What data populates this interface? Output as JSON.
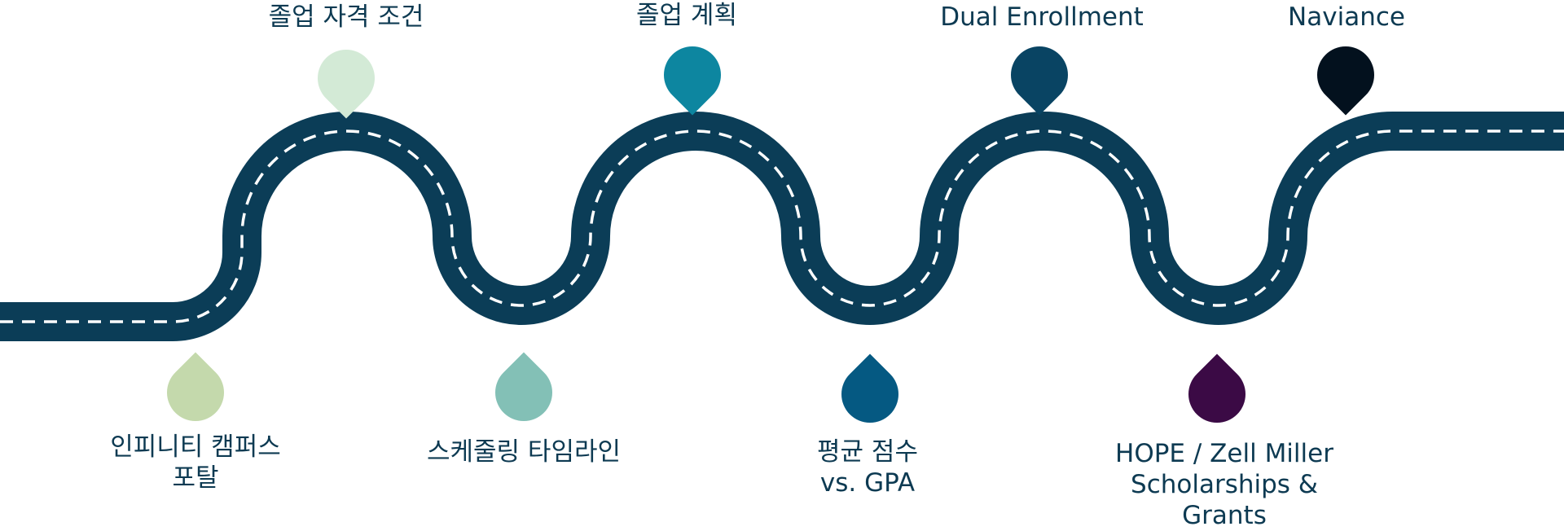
{
  "colors": {
    "road": "#0b3d57",
    "dash": "#ffffff",
    "label_text": "#0d3a52"
  },
  "milestones": [
    {
      "id": "portal",
      "position": "bottom",
      "color": "#c4d9ac",
      "lines": [
        "인피니티 캠퍼스",
        "포탈"
      ]
    },
    {
      "id": "eligibility",
      "position": "top",
      "color": "#d3ead6",
      "lines": [
        "졸업 자격 조건"
      ]
    },
    {
      "id": "scheduling",
      "position": "bottom",
      "color": "#83c0b6",
      "lines": [
        "스케줄링 타임라인"
      ]
    },
    {
      "id": "plan",
      "position": "top",
      "color": "#0d86a0",
      "lines": [
        "졸업 계획"
      ]
    },
    {
      "id": "gpa",
      "position": "bottom",
      "color": "#055982",
      "lines": [
        "평균 점수",
        "vs. GPA"
      ]
    },
    {
      "id": "dual",
      "position": "top",
      "color": "#094463",
      "lines": [
        "Dual Enrollment"
      ]
    },
    {
      "id": "hope",
      "position": "bottom",
      "color": "#3b0a45",
      "lines": [
        "HOPE / Zell Miller",
        "Scholarships &",
        "Grants"
      ]
    },
    {
      "id": "naviance",
      "position": "top",
      "color": "#03111e",
      "lines": [
        "Naviance"
      ]
    }
  ]
}
